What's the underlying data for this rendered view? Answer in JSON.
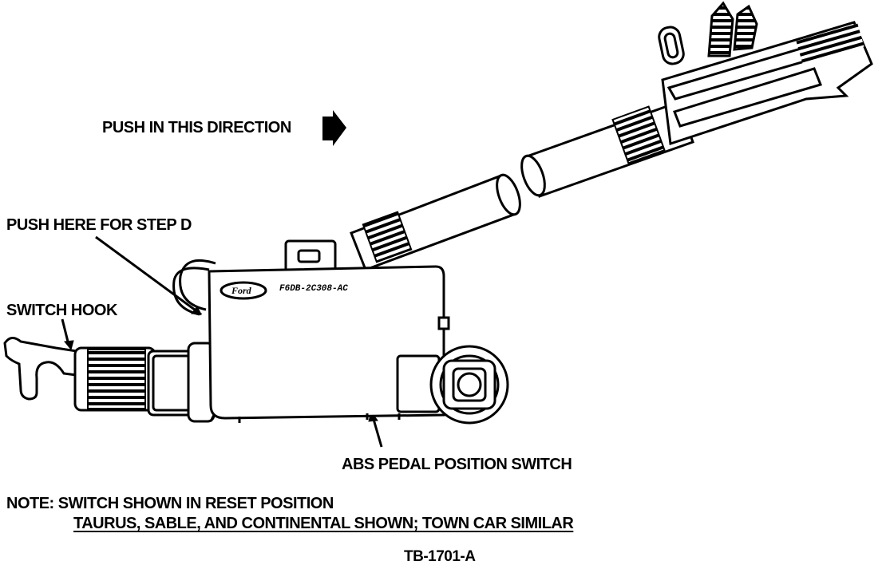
{
  "labels": {
    "push_direction": "PUSH IN THIS DIRECTION",
    "push_here": "PUSH HERE FOR STEP D",
    "switch_hook": "SWITCH HOOK",
    "abs_switch": "ABS PEDAL POSITION SWITCH",
    "note_line1": "NOTE:  SWITCH SHOWN IN RESET POSITION",
    "note_line2": "TAURUS, SABLE, AND CONTINENTAL SHOWN; TOWN CAR SIMILAR",
    "figure_id": "TB-1701-A"
  },
  "body_markings": {
    "part_number": "F6DB-2C308-AC",
    "logo": "Ford"
  }
}
